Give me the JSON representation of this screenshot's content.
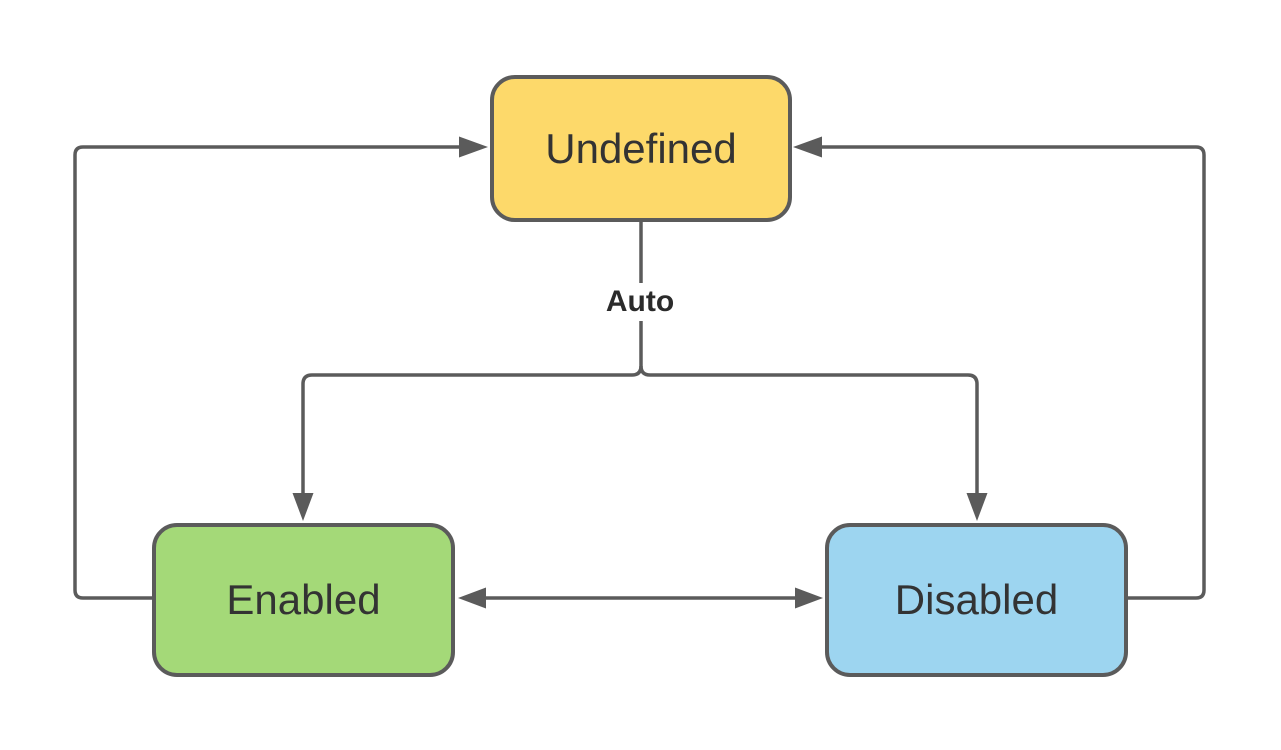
{
  "diagram": {
    "type": "state-diagram",
    "background": "#FFFFFF",
    "connector_color": "#5B5B5B",
    "text_color": "#333333",
    "nodes": [
      {
        "id": "undefined",
        "label": "Undefined",
        "fill": "#FDD96A",
        "border": "#5B5B5B"
      },
      {
        "id": "enabled",
        "label": "Enabled",
        "fill": "#A4D978",
        "border": "#5B5B5B"
      },
      {
        "id": "disabled",
        "label": "Disabled",
        "fill": "#9DD5F0",
        "border": "#5B5B5B"
      }
    ],
    "edges": [
      {
        "from": "undefined",
        "to": "enabled-and-disabled",
        "label": "Auto",
        "shape": "split-branch"
      },
      {
        "from": "enabled",
        "to": "disabled",
        "style": "bidirectional"
      },
      {
        "from": "enabled",
        "to": "undefined",
        "style": "left-loop"
      },
      {
        "from": "disabled",
        "to": "undefined",
        "style": "right-loop"
      }
    ]
  }
}
